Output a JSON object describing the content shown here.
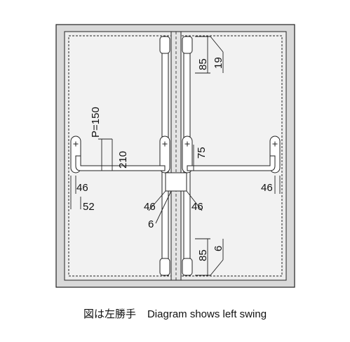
{
  "dimensions": {
    "top_85": "85",
    "top_19": "19",
    "pitch": "P=150",
    "height_210": "210",
    "center_75": "75",
    "left_46": "46",
    "left_52": "52",
    "center_left_46": "46",
    "center_right_46": "46",
    "gap_6": "6",
    "right_46": "46",
    "bottom_85": "85",
    "bottom_6": "6"
  },
  "caption": {
    "japanese": "図は左勝手",
    "english": "Diagram shows left swing"
  },
  "colors": {
    "line": "#222222",
    "frame_fill": "#d9d9d9",
    "door_fill": "#f2f2f2"
  }
}
